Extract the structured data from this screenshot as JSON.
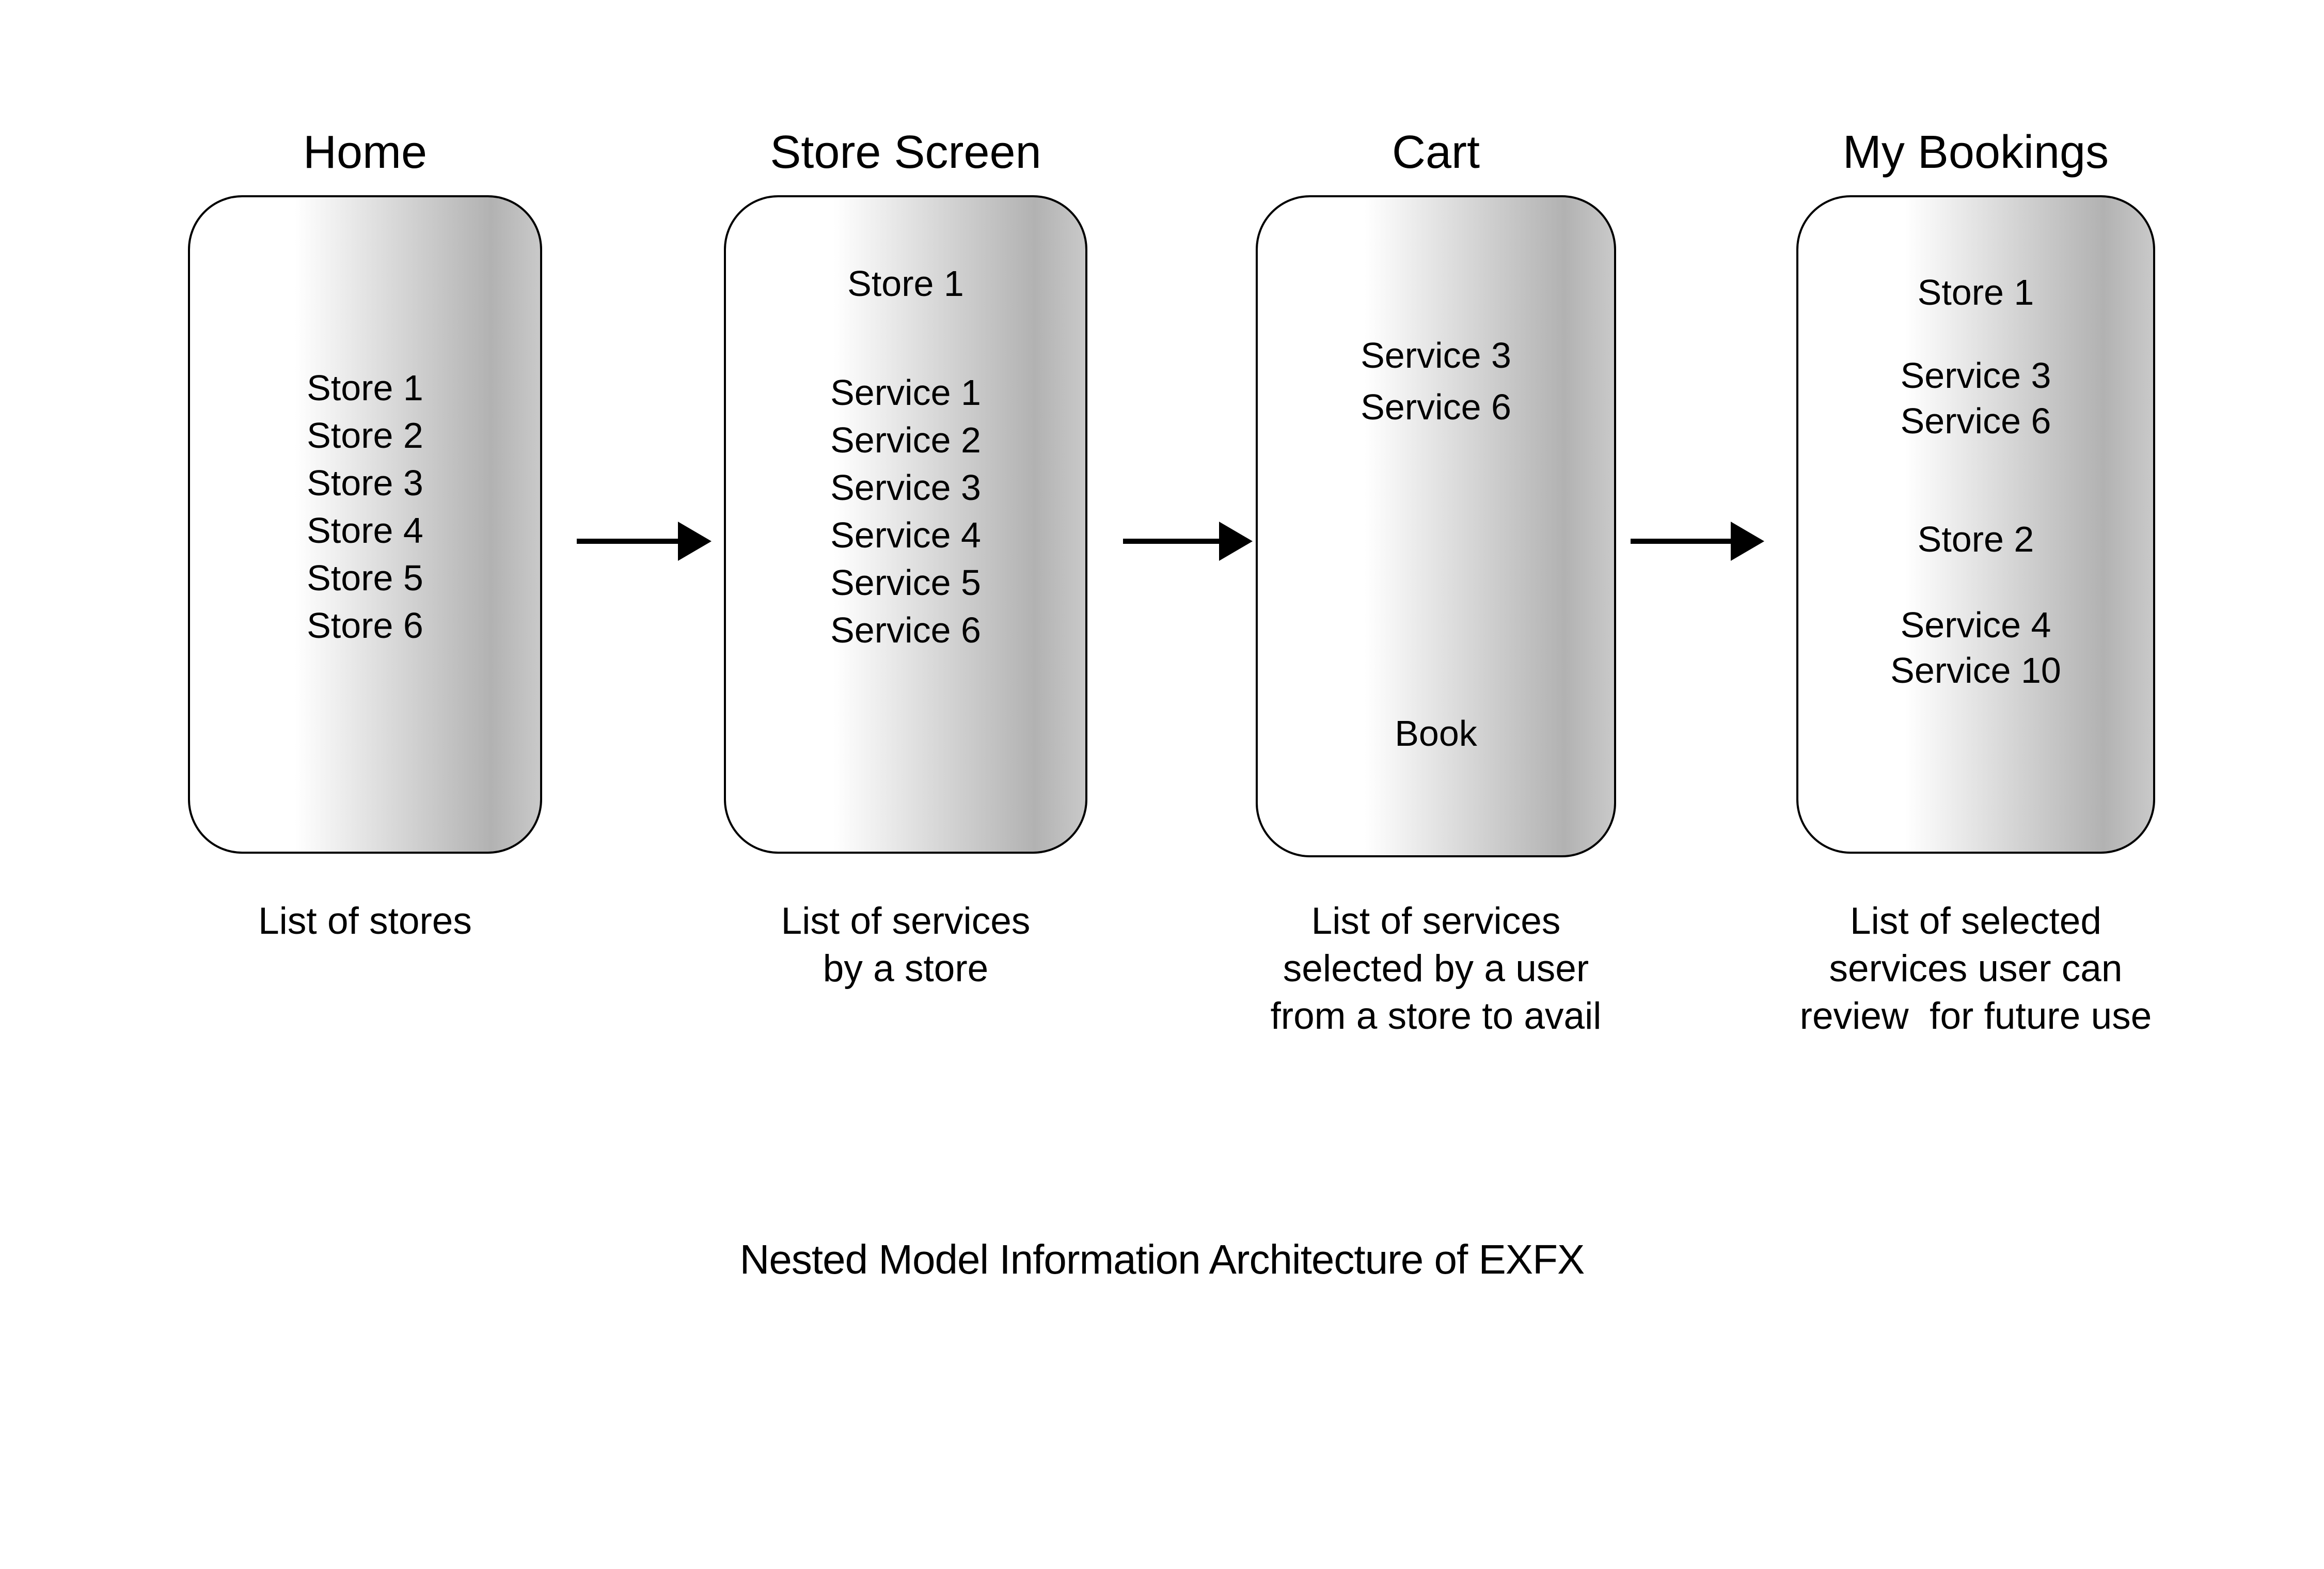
{
  "page": {
    "background": "#ffffff",
    "text_color": "#000000",
    "screen_border_color": "#000000",
    "screen_fill_gradient": [
      "#ffffff",
      "#b2b2b2",
      "#c9c9c9"
    ],
    "arrow_color": "#000000",
    "arrow_icon": "arrow-right"
  },
  "diagram": {
    "bottom_title": "Nested Model Information Architecture of EXFX",
    "screens": [
      {
        "title": "Home",
        "items": [
          "Store 1",
          "Store 2",
          "Store 3",
          "Store 4",
          "Store 5",
          "Store 6"
        ],
        "caption_lines": [
          "List of stores"
        ]
      },
      {
        "title": "Store Screen",
        "header": "Store 1",
        "items": [
          "Service 1",
          "Service 2",
          "Service 3",
          "Service 4",
          "Service 5",
          "Service 6"
        ],
        "caption_lines": [
          "List of services",
          "by a store"
        ]
      },
      {
        "title": "Cart",
        "items": [
          "Service 3",
          "Service 6"
        ],
        "action": "Book",
        "caption_lines": [
          "List of services",
          "selected by a user",
          "from a store to avail"
        ]
      },
      {
        "title": "My Bookings",
        "groups": [
          {
            "header": "Store 1",
            "items": [
              "Service 3",
              "Service 6"
            ]
          },
          {
            "header": "Store 2",
            "items": [
              "Service 4",
              "Service 10"
            ]
          }
        ],
        "caption_lines": [
          "List of selected",
          "services user can",
          "review  for future use"
        ]
      }
    ]
  }
}
